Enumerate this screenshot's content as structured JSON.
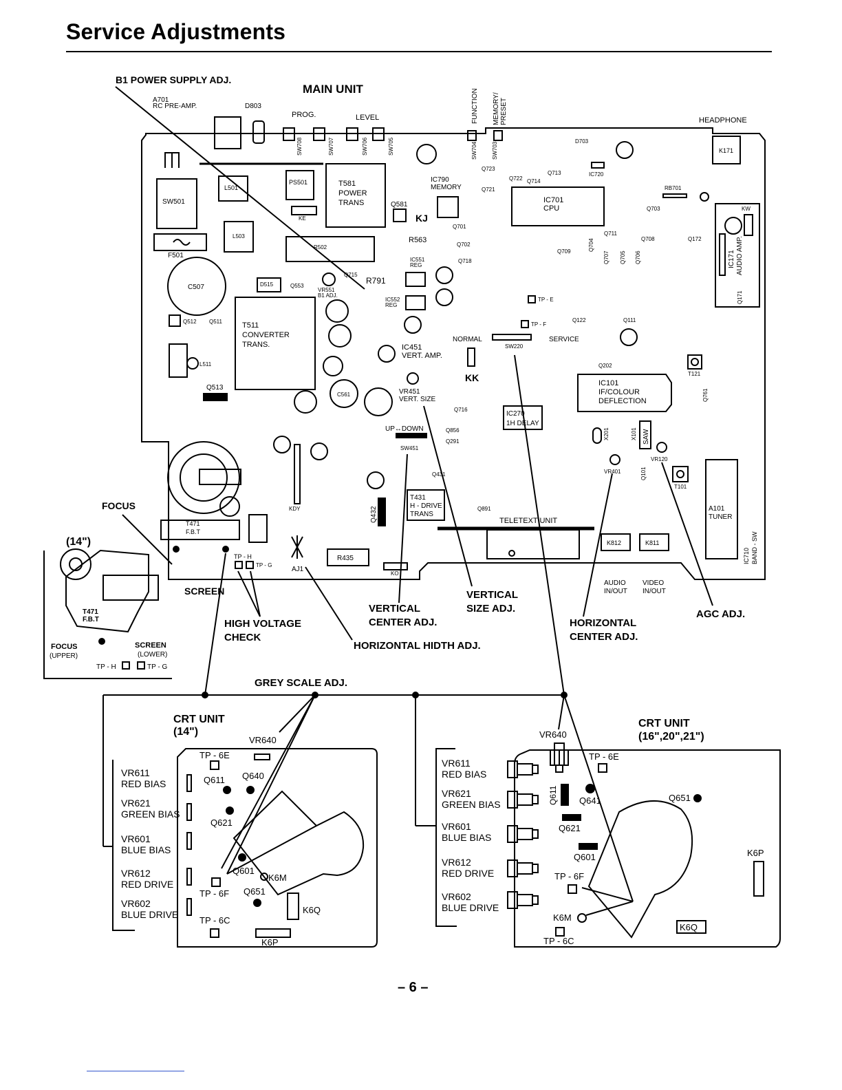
{
  "page": {
    "title": "Service Adjustments",
    "number": "– 6 –"
  },
  "main_unit": {
    "title": "MAIN UNIT",
    "top_labels": {
      "b1_power": "B1 POWER SUPPLY ADJ.",
      "a701": "A701",
      "a701_desc": "RC PRE-AMP.",
      "d803": "D803",
      "prog": "PROG.",
      "level": "LEVEL",
      "function": "FUNCTION",
      "memory_preset_1": "MEMORY/",
      "memory_preset_2": "PRESET",
      "headphone": "HEADPHONE"
    },
    "components": {
      "sw708": "SW708",
      "sw707": "SW707",
      "sw706": "SW706",
      "sw705": "SW705",
      "sw704": "SW704",
      "sw703": "SW703",
      "d703": "D703",
      "k171": "K171",
      "q723": "Q723",
      "q722": "Q722",
      "q713": "Q713",
      "q714": "Q714",
      "q721": "Q721",
      "ic720": "IC720",
      "rb701": "RB701",
      "ic790": "IC790",
      "ic790_desc": "MEMORY",
      "ic701": "IC701",
      "ic701_desc": "CPU",
      "q703": "Q703",
      "kw": "KW",
      "q581": "Q581",
      "kj": "KJ",
      "q701": "Q701",
      "q702": "Q702",
      "q718": "Q718",
      "r563": "R563",
      "ic551": "IC551",
      "ic551_desc": "REG",
      "q715": "Q715",
      "r791": "R791",
      "ic552": "IC552",
      "ic552_desc": "REG",
      "q711": "Q711",
      "q708": "Q708",
      "q709": "Q709",
      "q704": "Q704",
      "q707": "Q707",
      "q705": "Q705",
      "q706": "Q706",
      "q172": "Q172",
      "ic171": "IC171",
      "ic171_desc": "AUDIO AMP.",
      "q171": "Q171",
      "sw501": "SW501",
      "l501": "L501",
      "ps501": "PS501",
      "t581": "T581",
      "t581_d1": "POWER",
      "t581_d2": "TRANS",
      "ke": "KE",
      "l503": "L503",
      "r502": "R502",
      "f501": "F501",
      "c507": "C507",
      "d515": "D515",
      "q553": "Q553",
      "vr551": "VR551",
      "vr551_desc": "B1 ADJ.",
      "q512": "Q512",
      "q511": "Q511",
      "t511": "T511",
      "t511_d1": "CONVERTER",
      "t511_d2": "TRANS.",
      "l511": "L511",
      "q513": "Q513",
      "c561": "C561",
      "tp_e": "TP - E",
      "tp_f": "TP - F",
      "q122": "Q122",
      "q111": "Q111",
      "normal": "NORMAL",
      "service": "SERVICE",
      "sw220": "SW220",
      "ic451": "IC451",
      "ic451_desc": "VERT. AMP.",
      "kk": "KK",
      "vr451": "VR451",
      "vr451_desc": "VERT. SIZE",
      "q202": "Q202",
      "t121": "T121",
      "ic101": "IC101",
      "ic101_d1": "IF/COLOUR",
      "ic101_d2": "DEFLECTION",
      "q761": "Q761",
      "q716": "Q716",
      "ic270": "IC270",
      "ic270_desc": "1H DELAY",
      "updown": "UP↔DOWN",
      "q856": "Q856",
      "q291": "Q291",
      "sw451": "SW451",
      "x201": "X201",
      "x101": "X101",
      "saw": "SAW",
      "vr120": "VR120",
      "vr401": "VR401",
      "q101": "Q101",
      "t101": "T101",
      "q431": "Q431",
      "t431": "T431",
      "t431_d1": "H - DRIVE",
      "t431_d2": "TRANS",
      "q432": "Q432",
      "q891": "Q891",
      "teletext": "TELETEXT UNIT",
      "a101": "A101",
      "a101_desc": "TUNER",
      "ic710": "IC710",
      "band_sw": "BAND - SW",
      "kdy": "KDY",
      "t471": "T471",
      "fbt": "F.B.T",
      "tp_h": "TP - H",
      "tp_g": "TP - G",
      "aj1": "AJ1",
      "r435": "R435",
      "ko": "KO",
      "k812": "K812",
      "k811": "K811",
      "audio_io_1": "AUDIO",
      "audio_io_2": "IN/OUT",
      "video_io_1": "VIDEO",
      "video_io_2": "IN/OUT"
    },
    "adjustments": {
      "focus": "FOCUS",
      "screen": "SCREEN",
      "high_voltage_1": "HIGH VOLTAGE",
      "high_voltage_2": "CHECK",
      "horizontal_width": "HORIZONTAL HIDTH ADJ.",
      "vertical_center_1": "VERTICAL",
      "vertical_center_2": "CENTER ADJ.",
      "vertical_size_1": "VERTICAL",
      "vertical_size_2": "SIZE ADJ.",
      "horizontal_center_1": "HORIZONTAL",
      "horizontal_center_2": "CENTER ADJ.",
      "agc": "AGC ADJ."
    }
  },
  "inset_14": {
    "size": "(14\")",
    "t471": "T471",
    "fbt": "F.B.T",
    "focus": "FOCUS",
    "upper": "(UPPER)",
    "screen": "SCREEN",
    "lower": "(LOWER)",
    "tp_h": "TP - H",
    "tp_g": "TP - G"
  },
  "grey_scale": "GREY SCALE  ADJ.",
  "crt_unit_14": {
    "title": "CRT UNIT",
    "size": "(14\")",
    "vr640": "VR640",
    "tp_6e": "TP - 6E",
    "q611": "Q611",
    "q640": "Q640",
    "q621": "Q621",
    "q601": "Q601",
    "k6m": "K6M",
    "tp_6f": "TP - 6F",
    "q651": "Q651",
    "k6q": "K6Q",
    "tp_6c": "TP - 6C",
    "k6p": "K6P",
    "controls": [
      {
        "id": "VR611",
        "name": "RED BIAS"
      },
      {
        "id": "VR621",
        "name": "GREEN BIAS"
      },
      {
        "id": "VR601",
        "name": "BLUE BIAS"
      },
      {
        "id": "VR612",
        "name": "RED DRIVE"
      },
      {
        "id": "VR602",
        "name": "BLUE DRIVE"
      }
    ]
  },
  "crt_unit_large": {
    "title": "CRT UNIT",
    "size": "(16\",20\",21\")",
    "vr640": "VR640",
    "tp_6e": "TP - 6E",
    "q611": "Q611",
    "q641": "Q641",
    "q651": "Q651",
    "q621": "Q621",
    "q601": "Q601",
    "tp_6f": "TP - 6F",
    "k6p": "K6P",
    "k6m": "K6M",
    "k6q": "K6Q",
    "tp_6c": "TP - 6C",
    "controls": [
      {
        "id": "VR611",
        "name": "RED BIAS"
      },
      {
        "id": "VR621",
        "name": "GREEN BIAS"
      },
      {
        "id": "VR601",
        "name": "BLUE BIAS"
      },
      {
        "id": "VR612",
        "name": "RED DRIVE"
      },
      {
        "id": "VR602",
        "name": "BLUE DRIVE"
      }
    ]
  }
}
